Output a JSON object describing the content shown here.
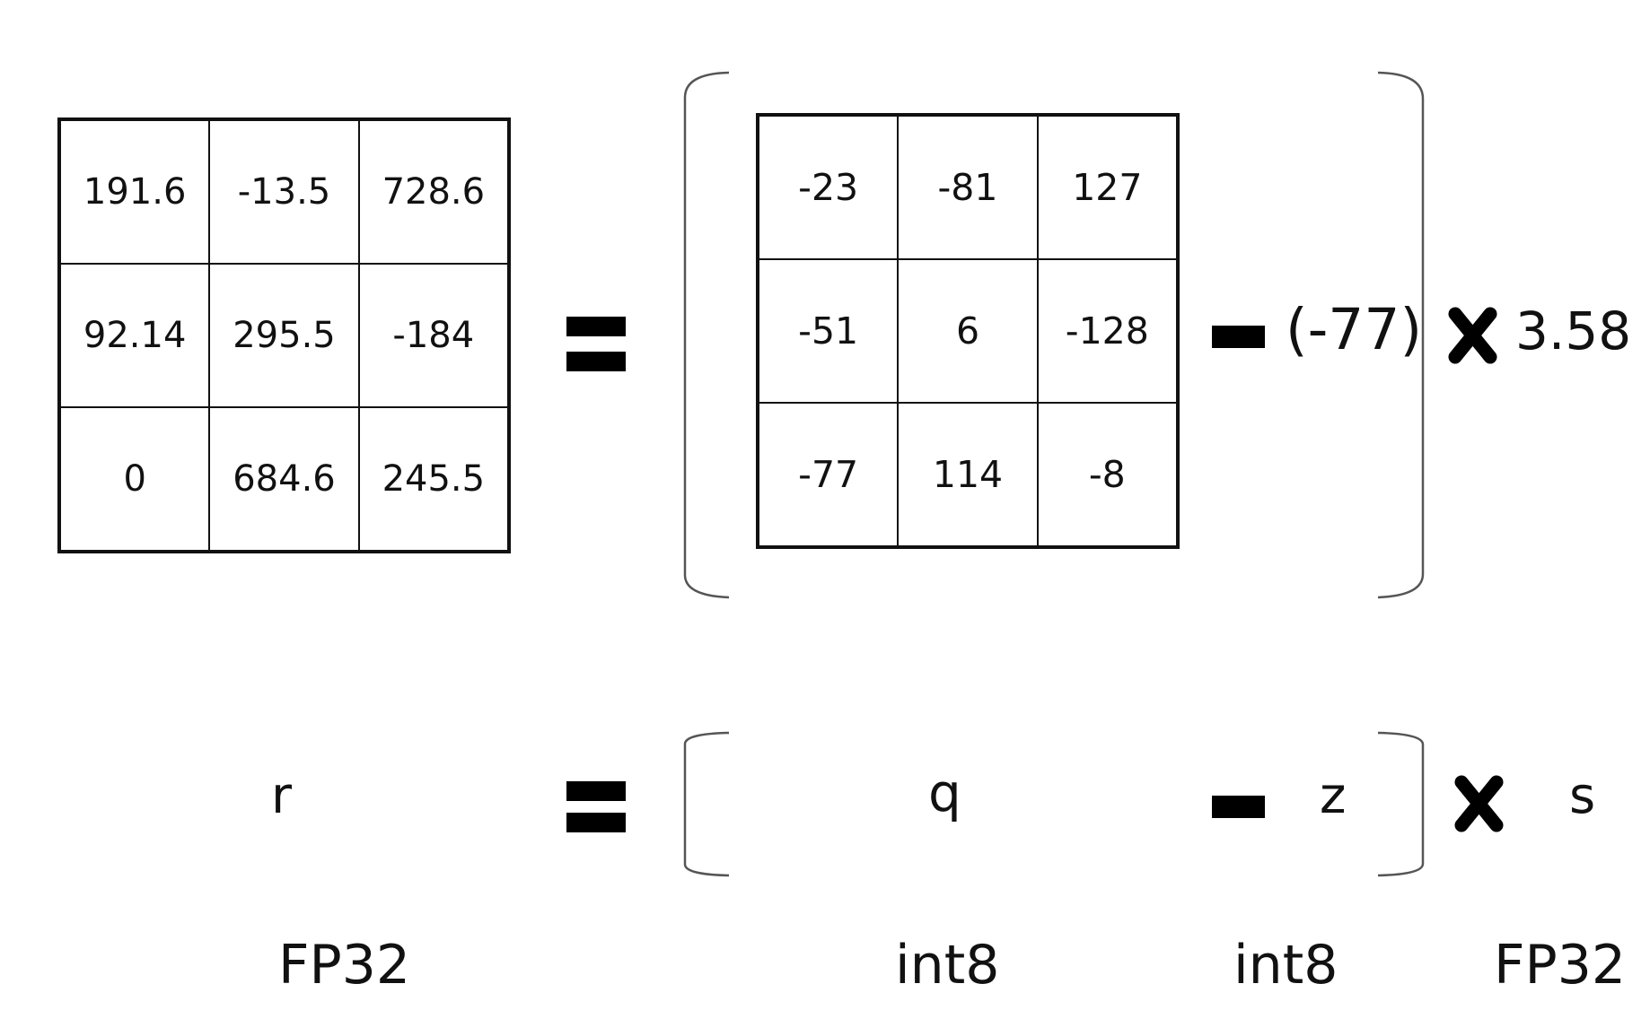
{
  "top_equation": {
    "r_matrix": [
      [
        "191.6",
        "-13.5",
        "728.6"
      ],
      [
        "92.14",
        "295.5",
        "-184"
      ],
      [
        "0",
        "684.6",
        "245.5"
      ]
    ],
    "q_matrix": [
      [
        "-23",
        "-81",
        "127"
      ],
      [
        "-51",
        "6",
        "-128"
      ],
      [
        "-77",
        "114",
        "-8"
      ]
    ],
    "zero_point": "(-77)",
    "scale": "3.58"
  },
  "bottom_equation": {
    "r": "r",
    "q": "q",
    "z": "z",
    "s": "s"
  },
  "types": {
    "r_type": "FP32",
    "q_type": "int8",
    "z_type": "int8",
    "s_type": "FP32"
  },
  "colors": {
    "ink": "#111111",
    "bracket": "#555555",
    "background": "#ffffff"
  }
}
